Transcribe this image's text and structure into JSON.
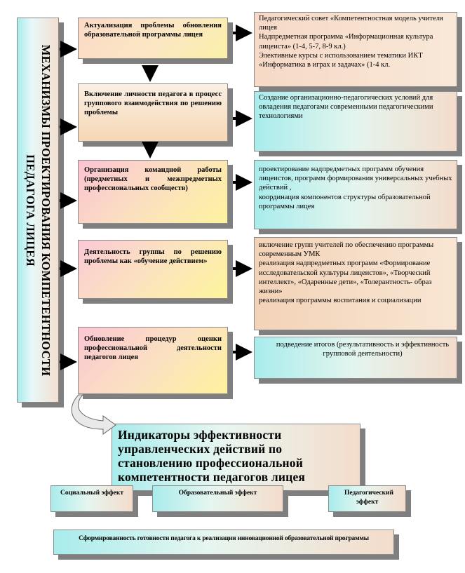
{
  "title": "МЕХАНИЗМЫ ПРОЕКТИРОВАНИЯ КОМПЕТЕНТНОСТИ ПЕДАГОГА ЛИЦЕЯ",
  "mechanisms": [
    {
      "label": "Актуализация проблемы обновления образовательной программы лицея",
      "description": [
        "Педагогический совет «Компетентностная модель учителя лицея",
        "Надпредметная программа «Информационная культура лицеиста» (1-4, 5-7, 8-9 кл.)",
        "Элективные курсы с использованием тематики ИКТ",
        "«Информатика в играх и задачах» (1-4 кл."
      ]
    },
    {
      "label": "Включение личности педагога в процесс группового взаимодействия по решению проблемы",
      "description": [
        "Создание организационно-педагогических условий для овладения педагогами современными педагогическими технологиями"
      ]
    },
    {
      "label": "Организация командной работы (предметных и межпредметных профессиональных сообществ)",
      "description": [
        "проектирование надпредметных  программ обучения лицеистов, программ формирования универсальных учебных действий ,",
        " координация компонентов структуры образовательной программы лицея"
      ]
    },
    {
      "label": "Деятельность группы по решению проблемы как «обучение действием»",
      "description": [
        "включение групп учителей по обеспечению программы современным УМК",
        "реализация надпредметных программ «Формирование исследовательской культуры лицеистов», «Творческий интеллект», «Одаренные дети», «Толерантность- образ жизни»",
        "реализация программы  воспитания и социализации"
      ]
    },
    {
      "label": "Обновление процедур оценки профессиональной деятельности педагогов лицея",
      "description": [
        "подведение итогов (результативность и эффективность групповой деятельности)"
      ]
    }
  ],
  "indicators_title": "Индикаторы эффективности управленческих действий по становлению профессиональной компетентности педагогов лицея",
  "effects": [
    "Социальный эффект",
    "Образовательный эффект",
    "Педагогический эффект"
  ],
  "result": "Сформированность готовности педагога к реализации инновационной образовательной программы",
  "colors": {
    "shadow": "#7f7f7f",
    "cyan": "#a9ecec",
    "peach": "#f4dccb",
    "pink": "#fbc6d3",
    "yellow": "#fdf29d"
  }
}
